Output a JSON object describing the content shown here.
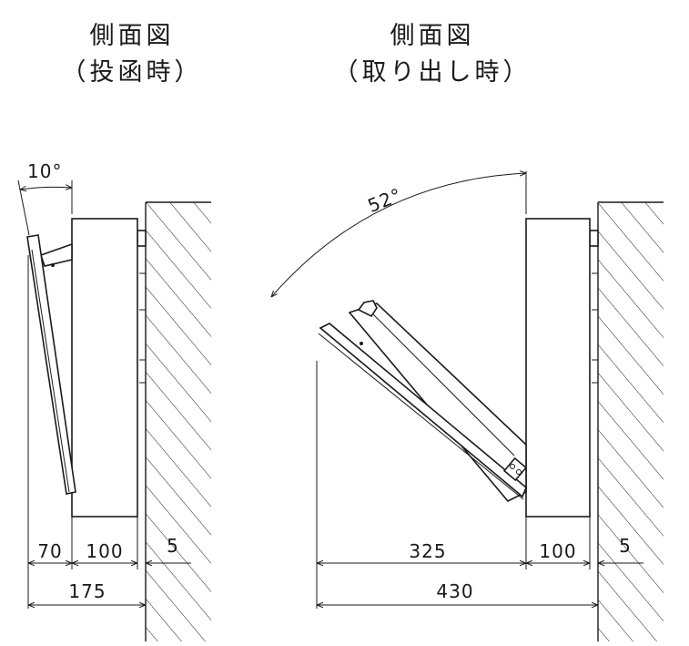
{
  "left_view": {
    "title_line1": "側面図",
    "title_line2": "（投函時）",
    "angle": "10°",
    "dim_flap": "70",
    "dim_box": "100",
    "dim_wall": "5",
    "dim_total": "175"
  },
  "right_view": {
    "title_line1": "側面図",
    "title_line2": "（取り出し時）",
    "angle": "52°",
    "dim_flap": "325",
    "dim_box": "100",
    "dim_wall": "5",
    "dim_total": "430"
  }
}
